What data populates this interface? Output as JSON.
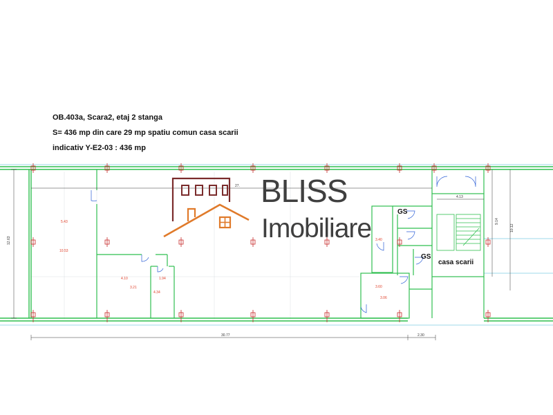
{
  "header": {
    "line1": "OB.403a, Scara2, etaj 2 stanga",
    "line2": "S= 436 mp din care 29 mp spatiu comun casa scarii",
    "line3": "indicativ Y-E2-03 : 436 mp"
  },
  "logo": {
    "brand": "BLISS",
    "sub": "Imobiliare",
    "colors": {
      "maroon": "#7a2b2b",
      "orange": "#e07a2a",
      "text": "#3f3f3f"
    }
  },
  "plan": {
    "colors": {
      "wall": "#2fbf4f",
      "axis": "#c62828",
      "dimension": "#333333",
      "area": "#e0402a",
      "grid_cyan": "#3fb6d6"
    },
    "dims": {
      "total_width": "30.77",
      "right_offset": "2.30",
      "left_height": "12.63",
      "top_inner": "27.",
      "stair_width": "4.13",
      "right_height_1": "9.14",
      "right_height_2": "10.12"
    },
    "areas": {
      "a1": "5.43",
      "a2": "10.53",
      "a3": "4.10",
      "a4": "3.21",
      "a5": "1.94",
      "a6": "4.34",
      "a7": "3.40",
      "a8": "3.60",
      "a9": "3.06"
    },
    "labels": {
      "gs_top": "GS",
      "gs_bottom": "GS",
      "stairs": "casa scarii"
    }
  }
}
